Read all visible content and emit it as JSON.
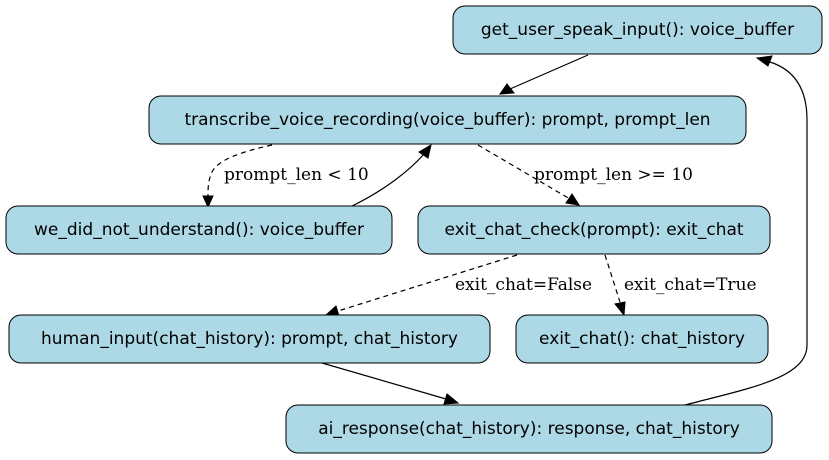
{
  "nodes": {
    "get_user_speak_input": {
      "label": "get_user_speak_input(): voice_buffer"
    },
    "transcribe_voice_recording": {
      "label": "transcribe_voice_recording(voice_buffer): prompt, prompt_len"
    },
    "we_did_not_understand": {
      "label": "we_did_not_understand(): voice_buffer"
    },
    "exit_chat_check": {
      "label": "exit_chat_check(prompt): exit_chat"
    },
    "human_input": {
      "label": "human_input(chat_history): prompt, chat_history"
    },
    "exit_chat": {
      "label": "exit_chat(): chat_history"
    },
    "ai_response": {
      "label": "ai_response(chat_history): response, chat_history"
    }
  },
  "edges": {
    "prompt_len_lt_10": {
      "label": "prompt_len < 10"
    },
    "prompt_len_gte_10": {
      "label": "prompt_len >= 10"
    },
    "exit_chat_false": {
      "label": "exit_chat=False"
    },
    "exit_chat_true": {
      "label": "exit_chat=True"
    }
  },
  "colors": {
    "node_fill": "#add8e6",
    "stroke": "#000000",
    "background": "#ffffff"
  }
}
